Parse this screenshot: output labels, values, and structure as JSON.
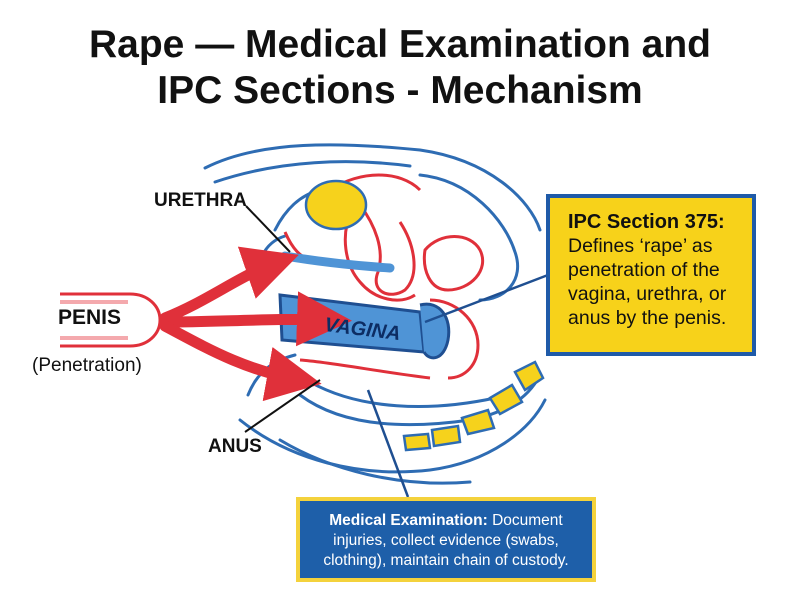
{
  "title": {
    "line1": "Rape — Medical Examination and",
    "line2": "IPC Sections - Mechanism"
  },
  "labels": {
    "urethra": "URETHRA",
    "penis": "PENIS",
    "penetration": "(Penetration)",
    "anus": "ANUS",
    "vagina": "VAGINA"
  },
  "ipc_box": {
    "heading": "IPC Section 375:",
    "body": "Defines ‘rape’ as penetration of the vagina, urethra, or anus by the penis."
  },
  "medical_box": {
    "heading": "Medical Examination:",
    "body": "Document injuries, collect evidence (swabs, clothing), maintain chain of custody."
  },
  "colors": {
    "red": "#e0303a",
    "blue": "#2e6cb3",
    "light_blue": "#4f94d6",
    "yellow": "#f6d21c",
    "navy": "#0d2d63"
  }
}
